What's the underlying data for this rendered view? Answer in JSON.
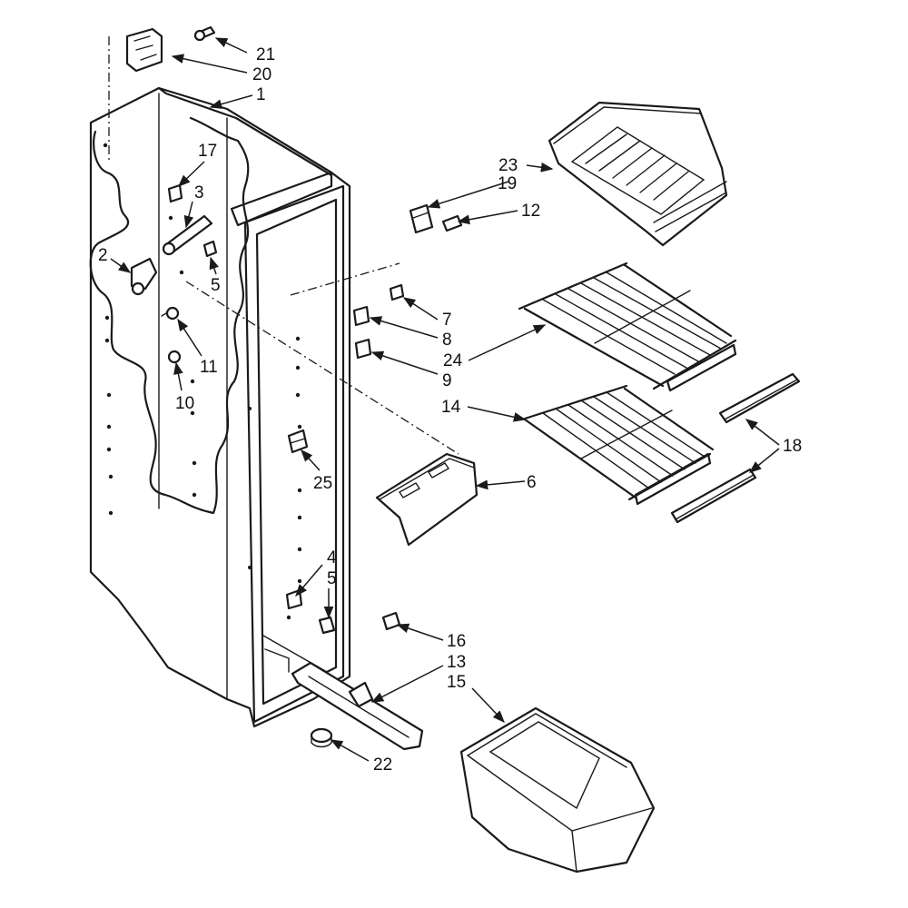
{
  "diagram": {
    "callouts": {
      "c1": "1",
      "c2": "2",
      "c3": "3",
      "c4": "4",
      "c5a": "5",
      "c5b": "5",
      "c6": "6",
      "c7": "7",
      "c8": "8",
      "c9": "9",
      "c10": "10",
      "c11": "11",
      "c12": "12",
      "c13": "13",
      "c14": "14",
      "c15": "15",
      "c16": "16",
      "c17": "17",
      "c18": "18",
      "c19": "19",
      "c20": "20",
      "c21": "21",
      "c22": "22",
      "c23": "23",
      "c24": "24",
      "c25": "25"
    }
  }
}
